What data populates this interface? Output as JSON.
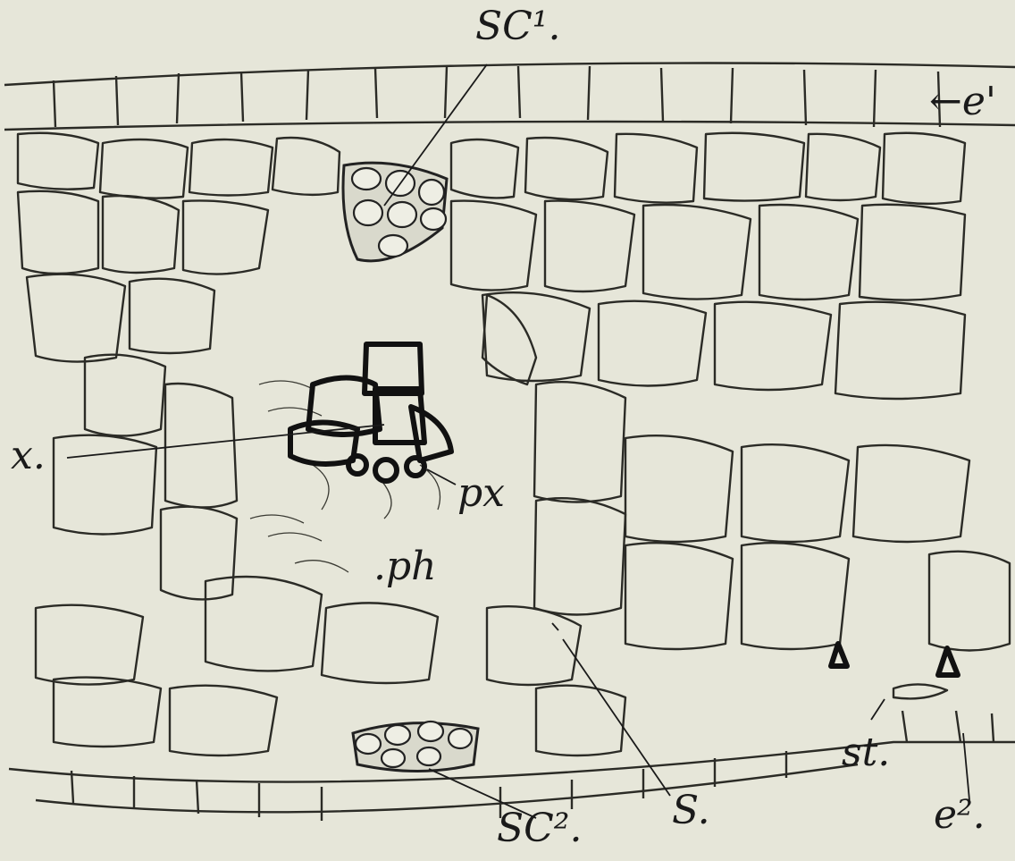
{
  "labels": {
    "sc1": "SC¹.",
    "e1": "←e'",
    "x": "x.",
    "px": "px",
    "ph": ".ph",
    "st": "st.",
    "e2": "e².",
    "s": "S.",
    "sc2": "SC²."
  },
  "colors": {
    "paper": "#e6e6d9",
    "ink": "#2b2b26"
  }
}
